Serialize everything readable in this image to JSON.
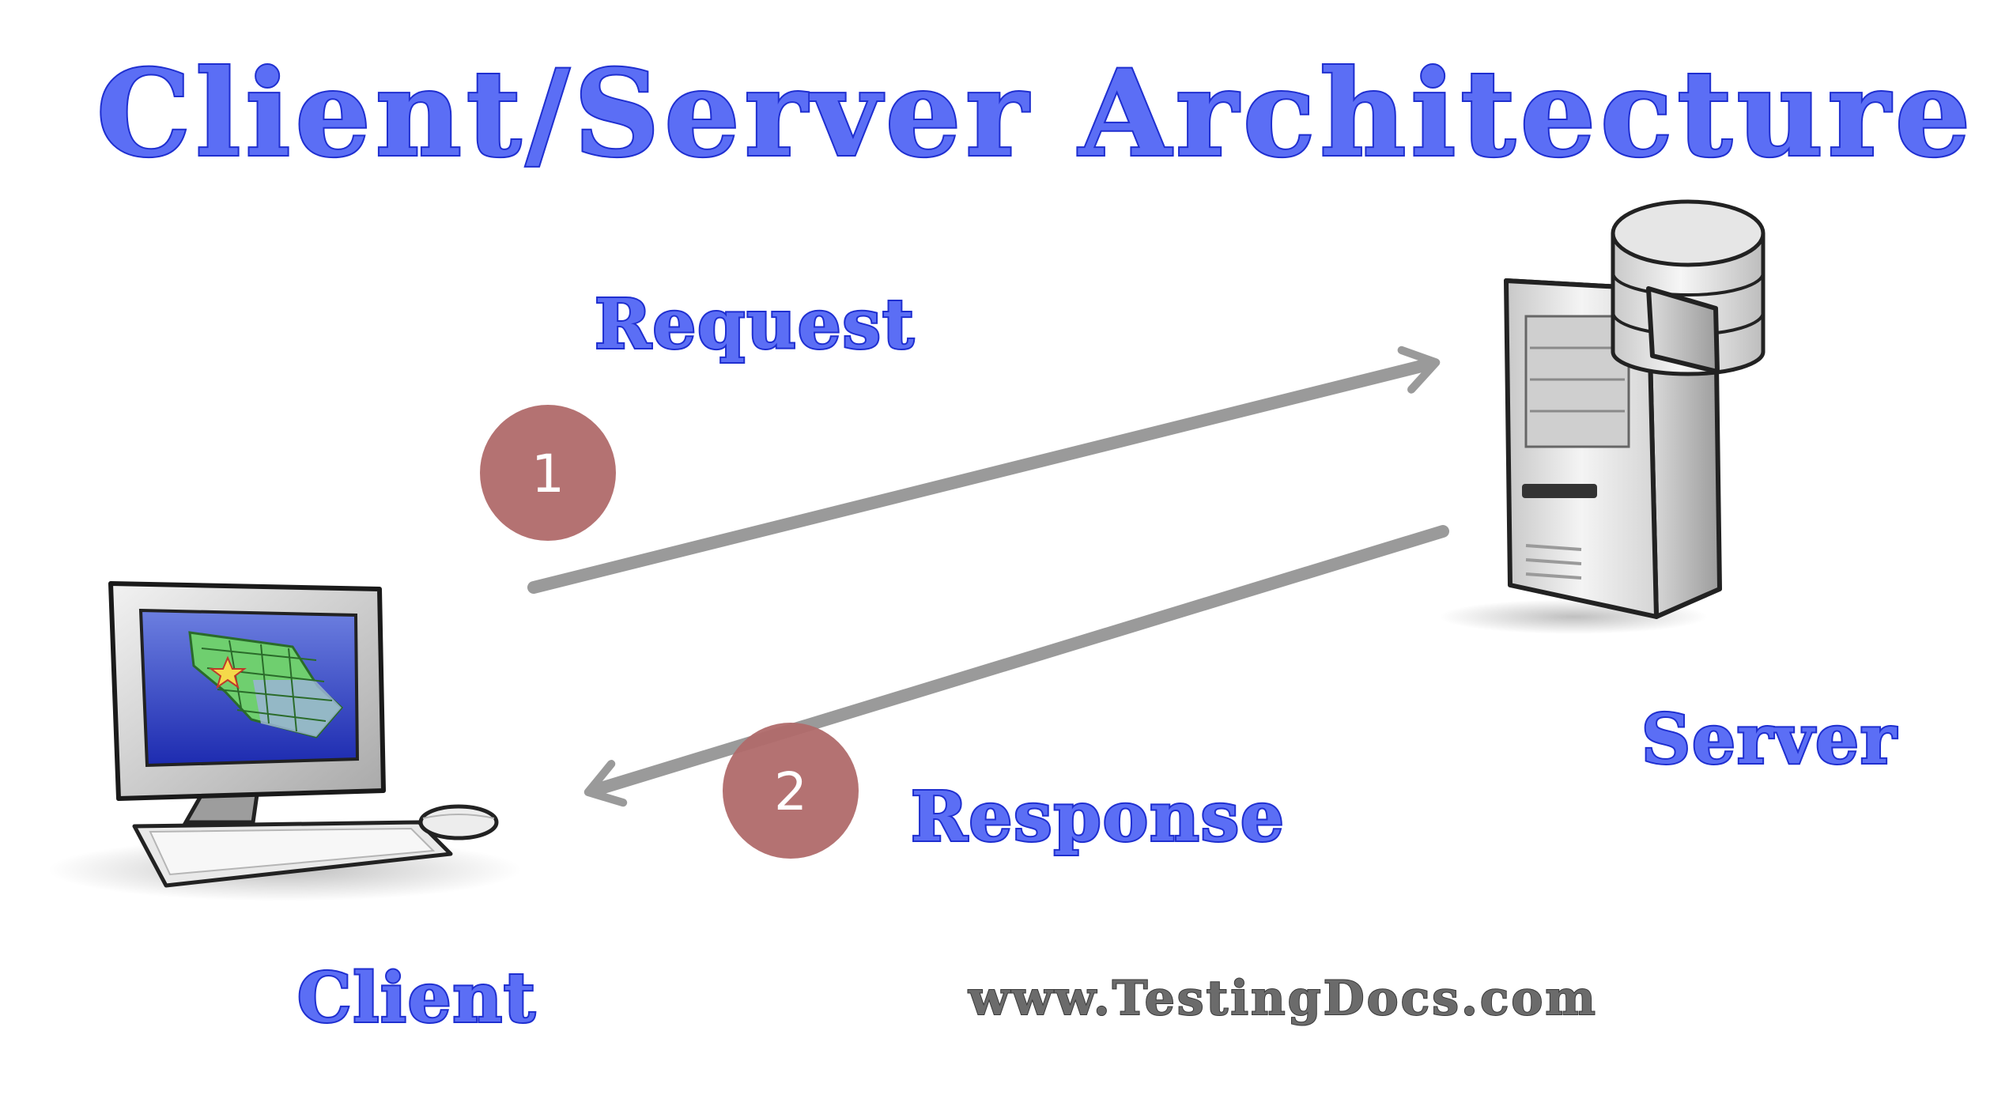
{
  "title": "Client/Server Architecture",
  "labels": {
    "request": "Request",
    "response": "Response",
    "client": "Client",
    "server": "Server"
  },
  "steps": [
    {
      "number": "1",
      "meaning": "request"
    },
    {
      "number": "2",
      "meaning": "response"
    }
  ],
  "footer": "www.TestingDocs.com",
  "icons": {
    "client": "desktop-computer-icon",
    "server": "server-tower-icon",
    "database": "database-icon"
  },
  "colors": {
    "title_fill": "#5b6ef5",
    "title_stroke": "#1f2fd0",
    "arrow": "#9a9a9a",
    "badge": "#b06a6a",
    "footer": "#6b6b6b"
  }
}
